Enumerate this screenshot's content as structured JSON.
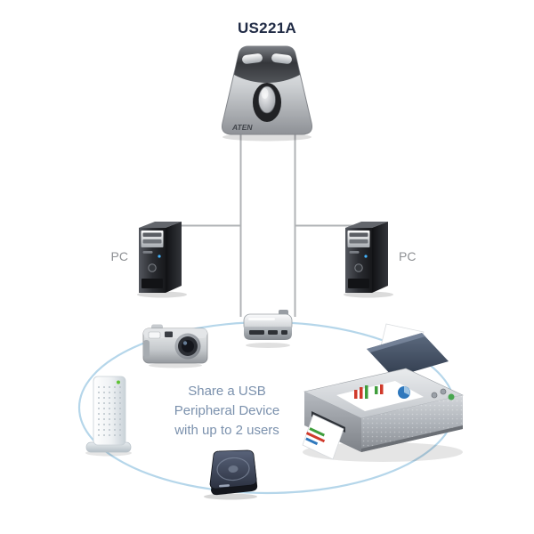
{
  "title": "US221A",
  "switch": {
    "logo": "ATEN",
    "icon": "usb-peripheral-switch"
  },
  "pcs": {
    "left_label": "PC",
    "right_label": "PC"
  },
  "caption": {
    "line1": "Share a USB",
    "line2": "Peripheral Device",
    "line3": "with up to 2 users"
  },
  "peripherals": {
    "hub": "usb-card-reader",
    "camera": "digital-camera",
    "enclosure": "external-drive-tower",
    "disc_drive": "portable-disc-drive",
    "printer": "inkjet-printer"
  },
  "colors": {
    "background": "#ffffff",
    "title_text": "#1f2a44",
    "caption_text": "#7b91ad",
    "pc_label_text": "#8e9094",
    "connector_line": "#b0b3b6",
    "ring": "#b5d6ea"
  }
}
